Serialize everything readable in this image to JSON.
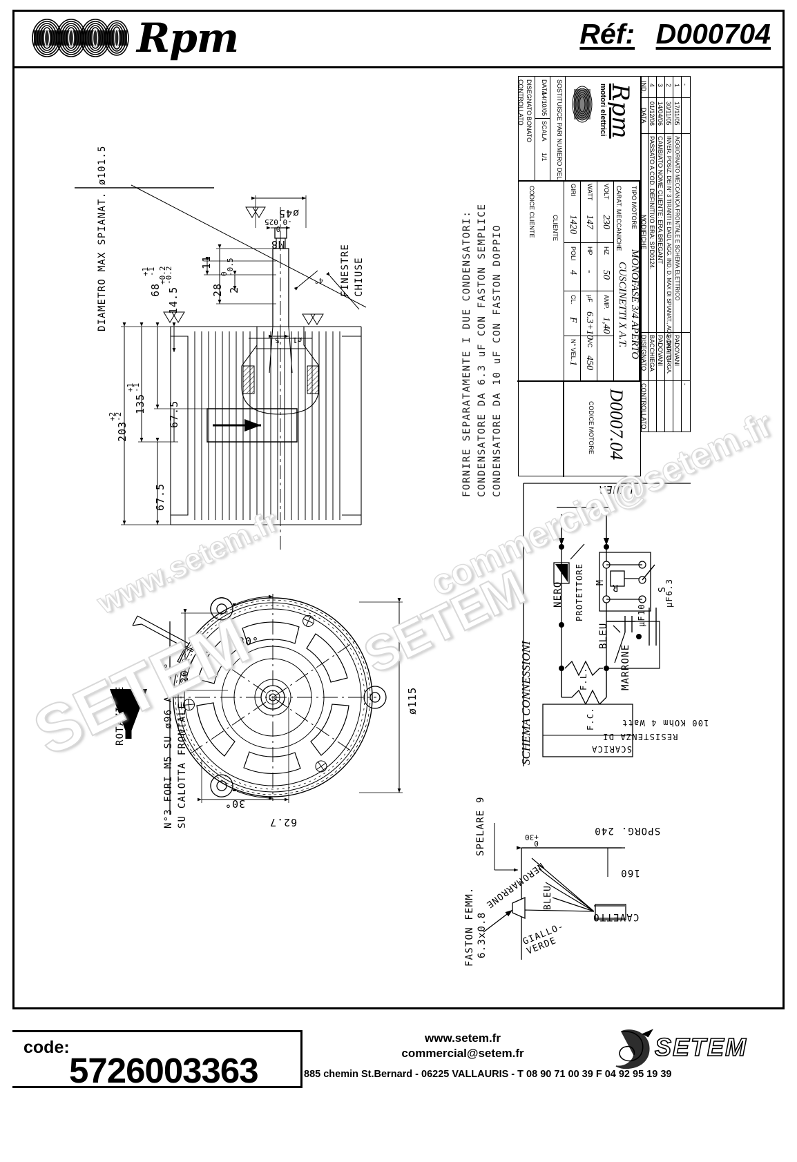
{
  "header": {
    "brand": "Rpm",
    "ref_label": "Réf:",
    "ref_value": "D000704"
  },
  "footer": {
    "code_label": "code:",
    "code_value": "5726003363",
    "website": "www.setem.fr",
    "email": "commercial@setem.fr",
    "address": "885 chemin St.Bernard  -  06225 VALLAURIS  -  T 08 90 71 00 39   F 04 92 95 19 39",
    "company": "SETEM"
  },
  "watermark": {
    "line1": "SETEM",
    "line2": "www.setem.fr",
    "line3": "SETEM",
    "line4": "commercial@setem.fr"
  },
  "notes": {
    "line1": "FORNIRE SEPARATAMENTE I DUE CONDENSATORI:",
    "line2": "CONDENSATORE DA 6.3 uF CON FASTON SEMPLICE",
    "line3": "CONDENSATORE DA 10 uF CON FASTON DOPPIO"
  },
  "drawing": {
    "section_view": {
      "diametro_max": "DIAMETRO MAX SPIANAT. ø101.5",
      "d203": "203",
      "d203_tol": "+2\n-2",
      "d135": "135",
      "d135_tol": "+1\n-1",
      "d68": "68",
      "d68_tol": "+1\n-1",
      "d14_5": "14.5",
      "d14_5_tol": "+0.2\n-0.2",
      "d67_5_a": "67.5",
      "d67_5_b": "67.5",
      "d28": "28",
      "d11": "11",
      "d2": "2",
      "d2_tol": "0\n-0.5",
      "shaft_dia": "ø45",
      "shaft_tol": "-0.025\n0",
      "thread": "M8",
      "angle4": "4°",
      "d5": "5",
      "d_phi1": "ø1",
      "finestre": "FINESTRE\nCHIUSE"
    },
    "front_view": {
      "rotazione": "ROTAZIONE",
      "angle_top": "30°",
      "angle_bottom": "30°",
      "dia115": "ø115",
      "d62_7": "62.7",
      "holes_note": "N°3 FORI M5 SU ø96 A 120°",
      "holes_note2": "SU CALOTTA FRONTALE",
      "angle120": "120°"
    },
    "cable_detail": {
      "spelare": "SPELARE 9",
      "faston": "FASTON FEMM.\n6.3x0.8",
      "sporg": "SPORG. 240",
      "sporg_tol": "+30\n0",
      "cavetto": "CAVETTO",
      "len160": "160",
      "wires": [
        "NERO",
        "MARRONE",
        "BLEU",
        "GIALLO-VERDE"
      ]
    }
  },
  "schema": {
    "title": "SCHEMA CONNESSIONI",
    "linea": "LINEA",
    "nero": "NERO",
    "protettore": "PROTETTORE",
    "bleu": "BLEU",
    "marrone": "MARRONE",
    "fl": "F.L.",
    "fc": "F.C.",
    "relay": "R",
    "m": "M",
    "s": "S",
    "cap1": "µF10",
    "cap2": "µF6.3",
    "resistance_box": [
      "RESISTENZA DI",
      "SCARICA",
      "100 KOhm 4 Watt"
    ]
  },
  "title_block": {
    "revisions": {
      "headers": [
        "IND.",
        "DATA",
        "MODIFICHE",
        "DISEGNATO",
        "CONTROLLATO"
      ],
      "rows": [
        {
          "ind": "4",
          "data": "01/12/06",
          "mod": "PASSATO A COD. DEFINITIVO ERA: SPD0124.",
          "dis": "BACCHIEGA",
          "ctrl": ""
        },
        {
          "ind": "3",
          "data": "14/04/06",
          "mod": "CAMBIATO NOME CLIENTE: ERA BREGANT",
          "dis": "PADOVANI",
          "ctrl": ""
        },
        {
          "ind": "2",
          "data": "30/11/05",
          "mod": "INVER. POSIZ. DEI N° 3 TIRANTI E DADI, AGG. IND. D. MAX DI SPIANAT., AGG. DATI TARGA.",
          "dis": "BONATO",
          "ctrl": ""
        },
        {
          "ind": "1",
          "data": "17/11/05",
          "mod": "AGGIORNATO MECCANICA FRONTALE E SCHEMA ELETTRICO",
          "dis": "PADOVANI",
          "ctrl": ""
        },
        {
          "ind": "-",
          "data": "",
          "mod": "",
          "dis": "",
          "ctrl": "-"
        }
      ]
    },
    "brand": "Rpm",
    "brand_sub": "motori elettrici",
    "sostituisce_label": "SOSTITUISCE PARI NUMERO DEL",
    "sostituisce_value": "-",
    "data_label": "DATA",
    "data_value": "14/10/05",
    "scala_label": "SCALA",
    "scala_value": "1/1",
    "disegnato_label": "DISEGNATO",
    "disegnato_value": "BONATO",
    "controllato_label": "CONTROLLATO",
    "controllato_value": "",
    "tipo_motore_label": "TIPO MOTORE",
    "tipo_motore_value1": "MONOFASE 3/4 APERTO",
    "tipo_motore_value2": "CUSCINETTI X A.T.",
    "carat_label": "CARAT. MECCANICHE",
    "specs": [
      {
        "label": "VOLT",
        "value": "230"
      },
      {
        "label": "HZ",
        "value": "50"
      },
      {
        "label": "AMP.",
        "value": "1,40"
      },
      {
        "label": "WATT",
        "value": "147"
      },
      {
        "label": "HP",
        "value": "-"
      },
      {
        "label": "µF",
        "value": "6.3+10"
      },
      {
        "label": "VC",
        "value": "450"
      },
      {
        "label": "GIRI",
        "value": "1420"
      },
      {
        "label": "POLI",
        "value": "4"
      },
      {
        "label": "CL.",
        "value": "F"
      },
      {
        "label": "N° VEL.",
        "value": "1"
      }
    ],
    "cliente_label": "CLIENTE",
    "codice_cliente_label": "CODICE CLIENTE",
    "codice_motore_label": "CODICE MOTORE",
    "codice_motore_value": "D0007.04"
  }
}
